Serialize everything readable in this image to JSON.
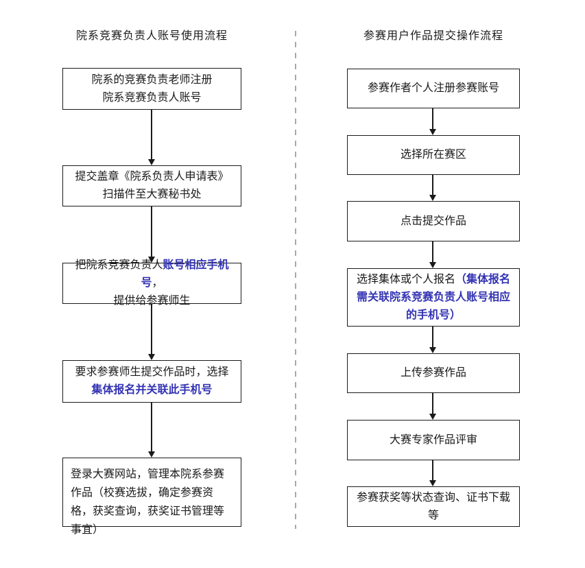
{
  "colors": {
    "text_black": "#1a1a1a",
    "accent_blue": "#3333b3",
    "divider_gray": "#a8a8a8",
    "background": "#ffffff"
  },
  "left_flow": {
    "title": "院系竞赛负责人账号使用流程",
    "boxes": [
      {
        "line1": "院系的竞赛负责老师注册",
        "line2": "院系竞赛负责人账号"
      },
      {
        "line1": "提交盖章《院系负责人申请表》",
        "line2": "扫描件至大赛秘书处"
      },
      {
        "line1_black": "把院系竞赛负责人",
        "line1_blue": "账号相应手机号",
        "line1_tail": "，",
        "line2": "提供给参赛师生"
      },
      {
        "line1": "要求参赛师生提交作品时，选择",
        "line2_blue": "集体报名并关联此手机号"
      },
      {
        "text": "登录大赛网站，管理本院系参赛作品（校赛选拔，确定参赛资格，获奖查询，获奖证书管理等事宜）"
      }
    ]
  },
  "right_flow": {
    "title": "参赛用户作品提交操作流程",
    "boxes": [
      {
        "text": "参赛作者个人注册参赛账号"
      },
      {
        "text": "选择所在赛区"
      },
      {
        "text": "点击提交作品"
      },
      {
        "text_black": "选择集体或个人报名",
        "text_blue": "（集体报名需关联院系竞赛负责人账号相应的手机号）"
      },
      {
        "text": "上传参赛作品"
      },
      {
        "text": "大赛专家作品评审"
      },
      {
        "text": "参赛获奖等状态查询、证书下载等"
      }
    ]
  }
}
